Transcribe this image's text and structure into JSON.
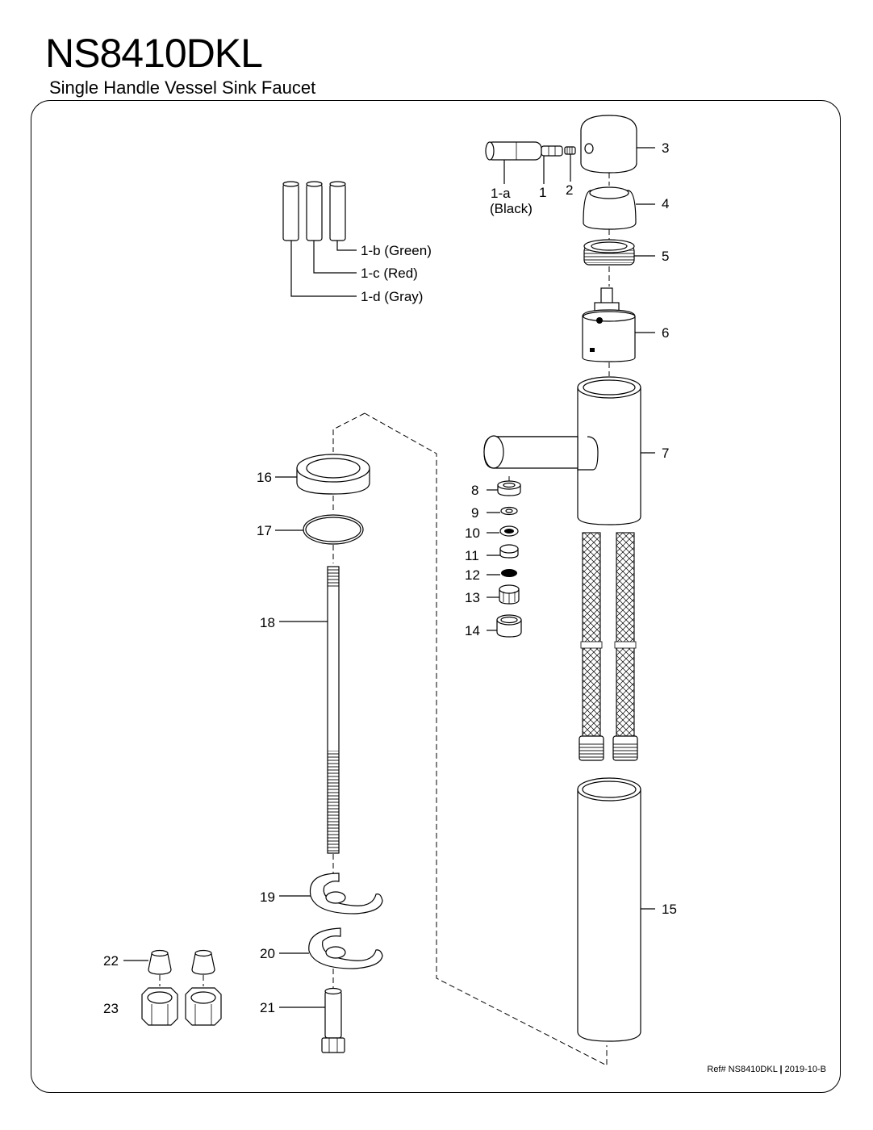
{
  "header": {
    "model": "NS8410DKL",
    "description": "Single Handle Vessel Sink Faucet"
  },
  "callouts": {
    "p1a_line1": "1-a",
    "p1a_line2": "(Black)",
    "p1": "1",
    "p2": "2",
    "p3": "3",
    "p4": "4",
    "p5": "5",
    "p6": "6",
    "p7": "7",
    "p8": "8",
    "p9": "9",
    "p10": "10",
    "p11": "11",
    "p12": "12",
    "p13": "13",
    "p14": "14",
    "p15": "15",
    "p16": "16",
    "p17": "17",
    "p18": "18",
    "p19": "19",
    "p20": "20",
    "p21": "21",
    "p22": "22",
    "p23": "23",
    "p1b": "1-b (Green)",
    "p1c": "1-c (Red)",
    "p1d": "1-d (Gray)"
  },
  "footer": {
    "ref_prefix": "Ref# NS8410DKL",
    "ref_separator": "|",
    "ref_date": "2019-10-B"
  }
}
